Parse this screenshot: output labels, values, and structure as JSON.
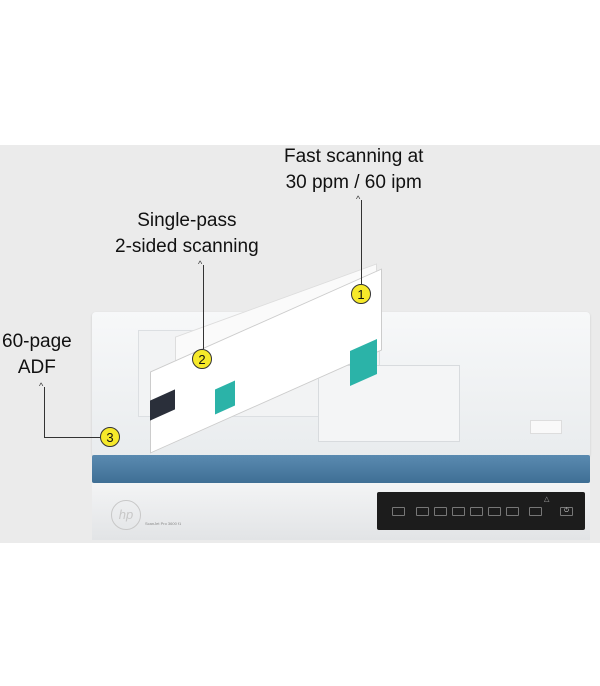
{
  "callouts": [
    {
      "number": "1",
      "line1": "Fast scanning at",
      "line2": "30 ppm / 60 ipm"
    },
    {
      "number": "2",
      "line1": "Single-pass",
      "line2": "2-sided scanning"
    },
    {
      "number": "3",
      "line1": "60-page",
      "line2": "ADF"
    }
  ],
  "product": {
    "brand_logo": "hp",
    "model_label": "ScanJet Pro 3600 f1"
  },
  "colors": {
    "background": "#ebebeb",
    "accent_blue": "#3f6f95",
    "badge_yellow": "#f6e92a",
    "panel_black": "#1c1c1c",
    "document_teal": "#2bb3a8"
  }
}
